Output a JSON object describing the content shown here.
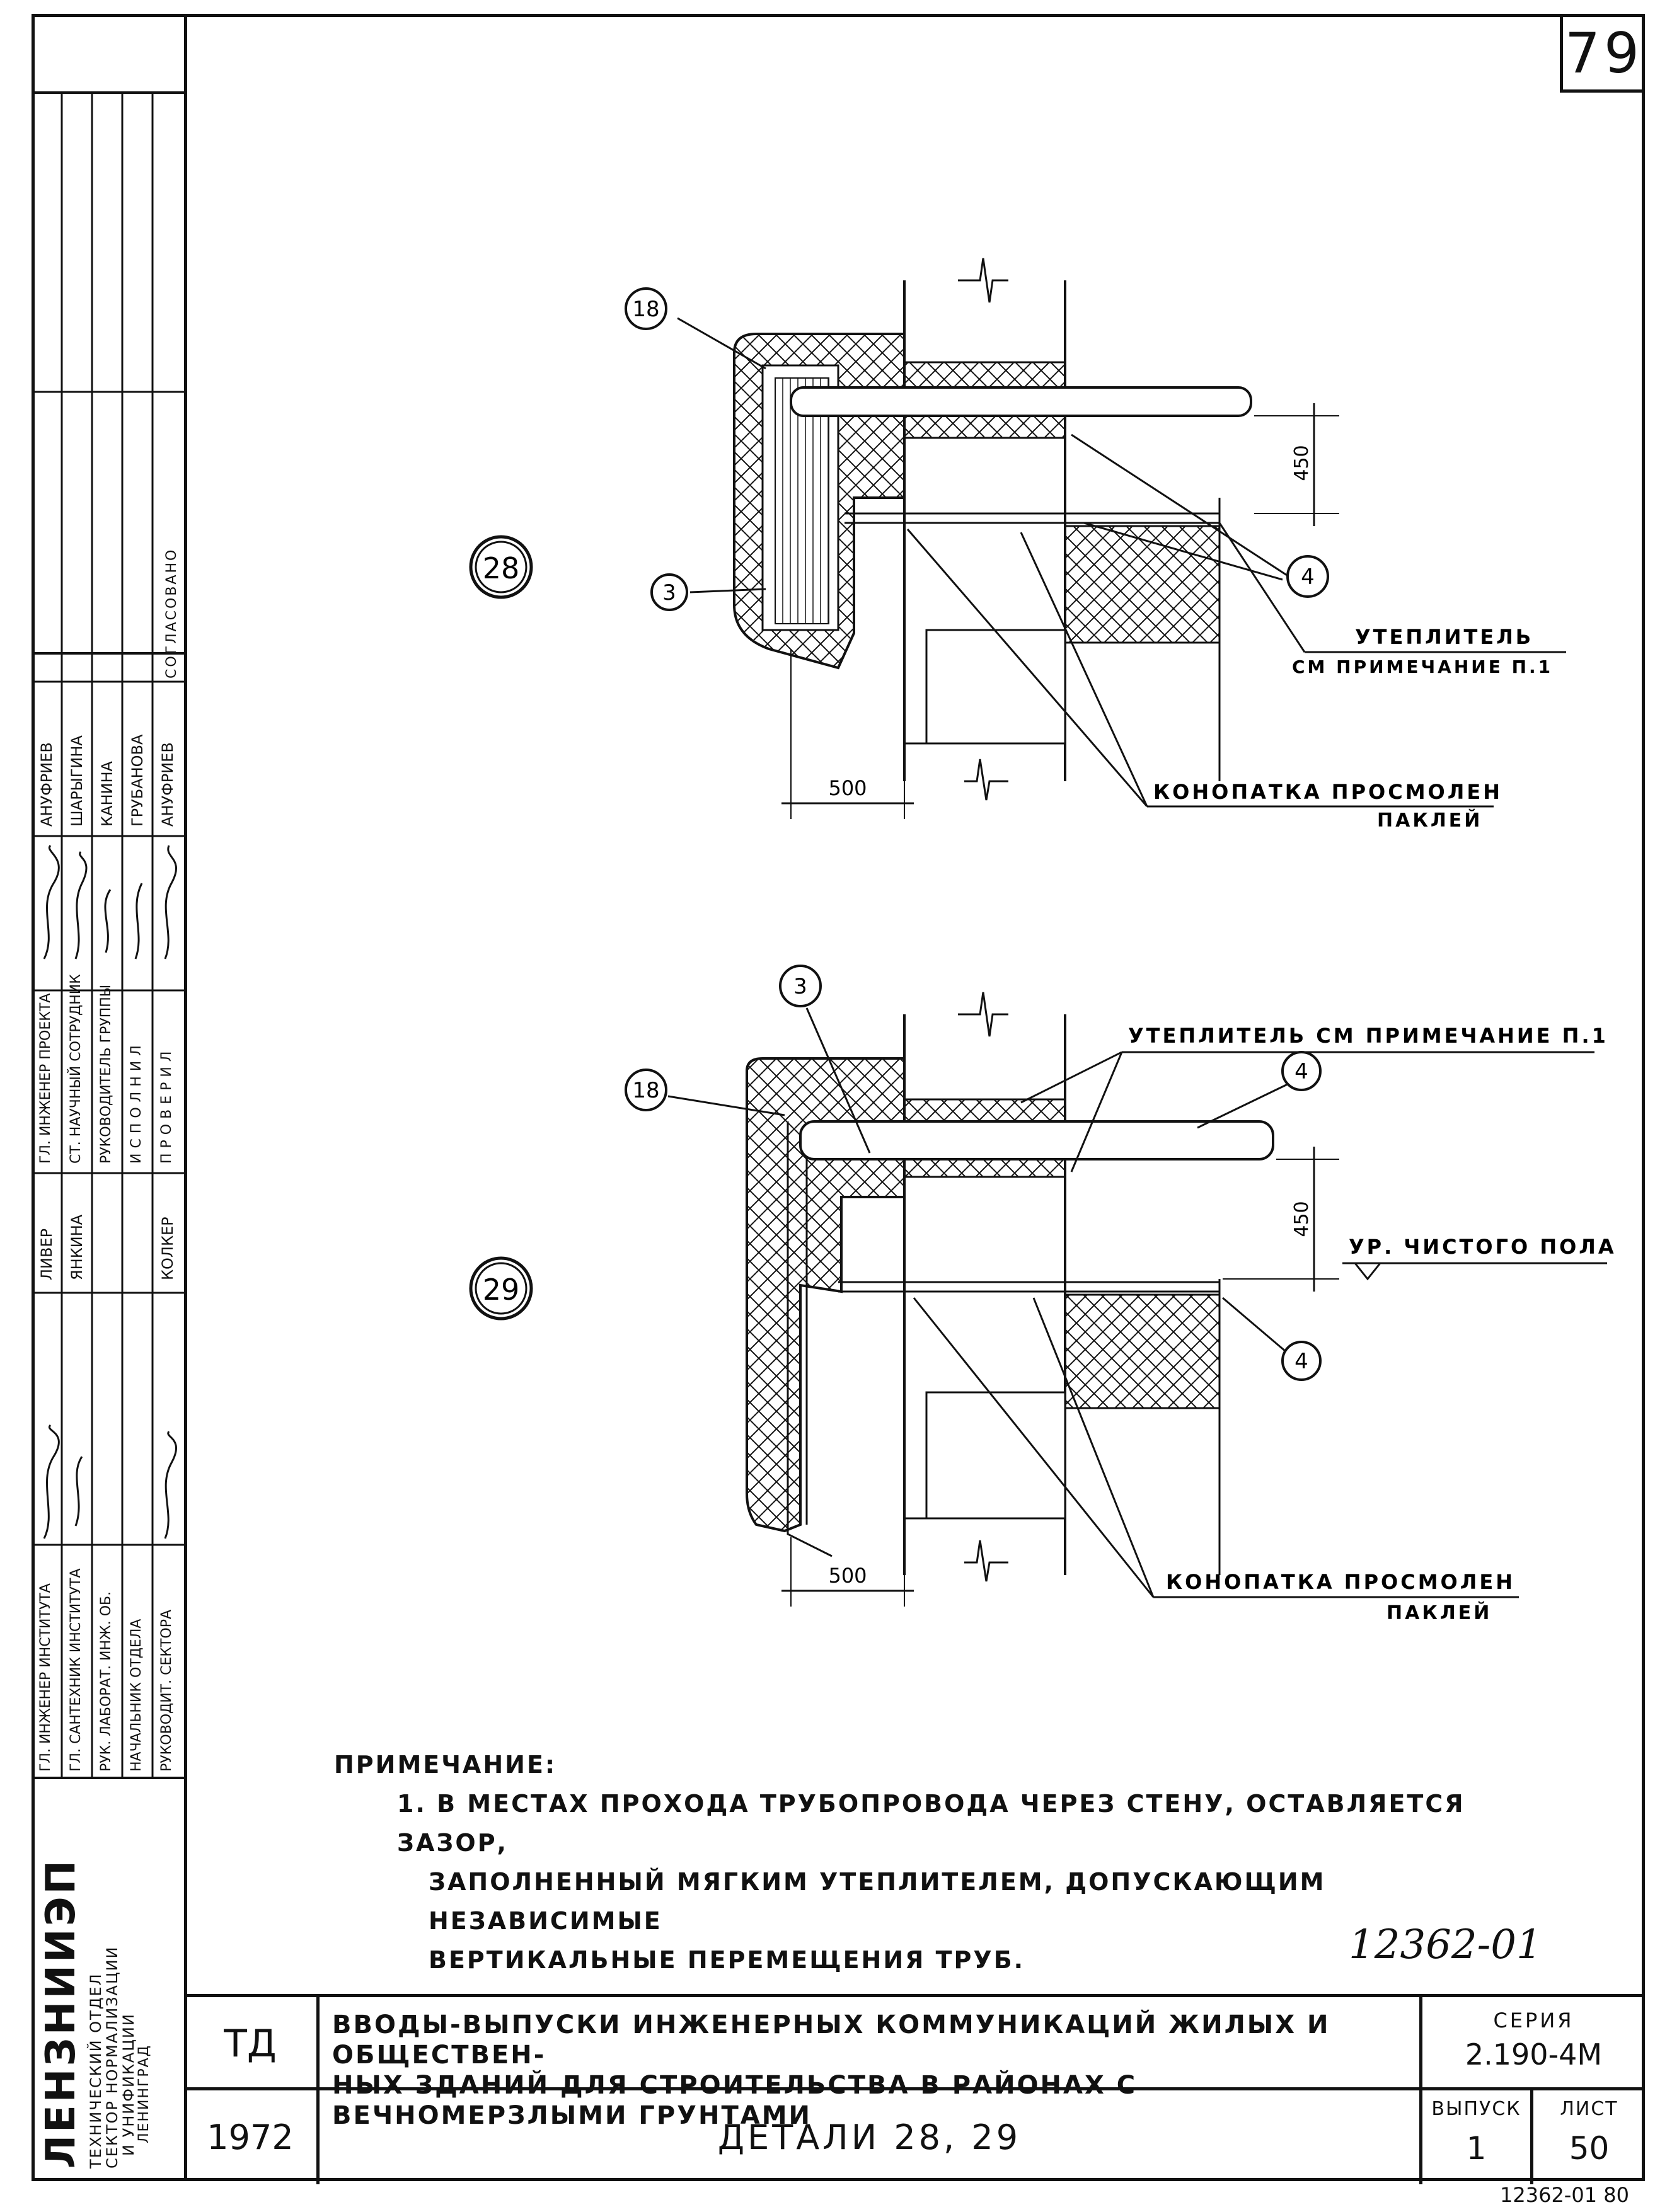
{
  "page_number": "79",
  "details": [
    {
      "id": "28",
      "labels": {
        "a": "18",
        "b": "3",
        "c": "4"
      },
      "dim_vertical": "450",
      "dim_horizontal": "500",
      "note1_line1": "УТЕПЛИТЕЛЬ",
      "note1_line2": "СМ ПРИМЕЧАНИЕ П.1",
      "note2_line1": "КОНОПАТКА ПРОСМОЛЕН",
      "note2_line2": "ПАКЛЕЙ"
    },
    {
      "id": "29",
      "labels": {
        "a": "3",
        "b": "18",
        "c": "4",
        "d": "4"
      },
      "dim_vertical": "450",
      "dim_horizontal": "500",
      "note1": "УТЕПЛИТЕЛЬ СМ ПРИМЕЧАНИЕ П.1",
      "floor": "УР. ЧИСТОГО ПОЛА",
      "note2_line1": "КОНОПАТКА ПРОСМОЛЕН",
      "note2_line2": "ПАКЛЕЙ"
    }
  ],
  "notes": {
    "heading": "ПРИМЕЧАНИЕ:",
    "line1": "1. В МЕСТАХ ПРОХОДА ТРУБОПРОВОДА ЧЕРЕЗ СТЕНУ, ОСТАВЛЯЕТСЯ ЗАЗОР,",
    "line2": "ЗАПОЛНЕННЫЙ МЯГКИМ УТЕПЛИТЕЛЕМ, ДОПУСКАЮЩИМ НЕЗАВИСИМЫЕ",
    "line3": "ВЕРТИКАЛЬНЫЕ ПЕРЕМЕЩЕНИЯ ТРУБ."
  },
  "handwritten_code": "12362-01",
  "footer_code": "12362-01 80",
  "title_block": {
    "td": "ТД",
    "year": "1972",
    "title_line1": "ВВОДЫ-ВЫПУСКИ ИНЖЕНЕРНЫХ КОММУНИКАЦИЙ ЖИЛЫХ И ОБЩЕСТВЕН-",
    "title_line2": "НЫХ ЗДАНИЙ ДЛЯ СТРОИТЕЛЬСТВА В РАЙОНАХ С ВЕЧНОМЕРЗЛЫМИ ГРУНТАМИ",
    "subtitle": "ДЕТАЛИ 28, 29",
    "series_label": "СЕРИЯ",
    "series_value": "2.190-4М",
    "issue_label": "ВЫПУСК",
    "issue_value": "1",
    "sheet_label": "ЛИСТ",
    "sheet_value": "50"
  },
  "stamp": {
    "org": "ЛЕНЗНИИЭП",
    "org_sub1": "ТЕХНИЧЕСКИЙ ОТДЕЛ",
    "org_sub2": "СЕКТОР НОРМАЛИЗАЦИИ",
    "org_sub3": "И УНИФИКАЦИИ",
    "org_sub4": "ЛЕНИНГРАД",
    "roles_left": [
      "ГЛ. ИНЖЕНЕР ИНСТИТУТА",
      "ГЛ. САНТЕХНИК ИНСТИТУТА",
      "РУК. ЛАБОРАТ. ИНЖ. ОБ.",
      "НАЧАЛЬНИК ОТДЕЛА",
      "РУКОВОДИТ. СЕКТОРА"
    ],
    "names_left": [
      "ЛИВЕР",
      "ЯНКИНА",
      "",
      "КОЛКЕР"
    ],
    "roles_right": [
      "ГЛ. ИНЖЕНЕР ПРОЕКТА",
      "СТ. НАУЧНЫЙ СОТРУДНИК",
      "РУКОВОДИТЕЛЬ ГРУППЫ",
      "ИСПОЛНИЛ",
      "ПРОВЕРИЛ"
    ],
    "names_right": [
      "АНУФРИЕВ",
      "ШАРЫГИНА",
      "КАНИНА",
      "ГРУБАНОВА",
      "АНУФРИЕВ"
    ],
    "approved": "СОГЛАСОВАНО"
  }
}
